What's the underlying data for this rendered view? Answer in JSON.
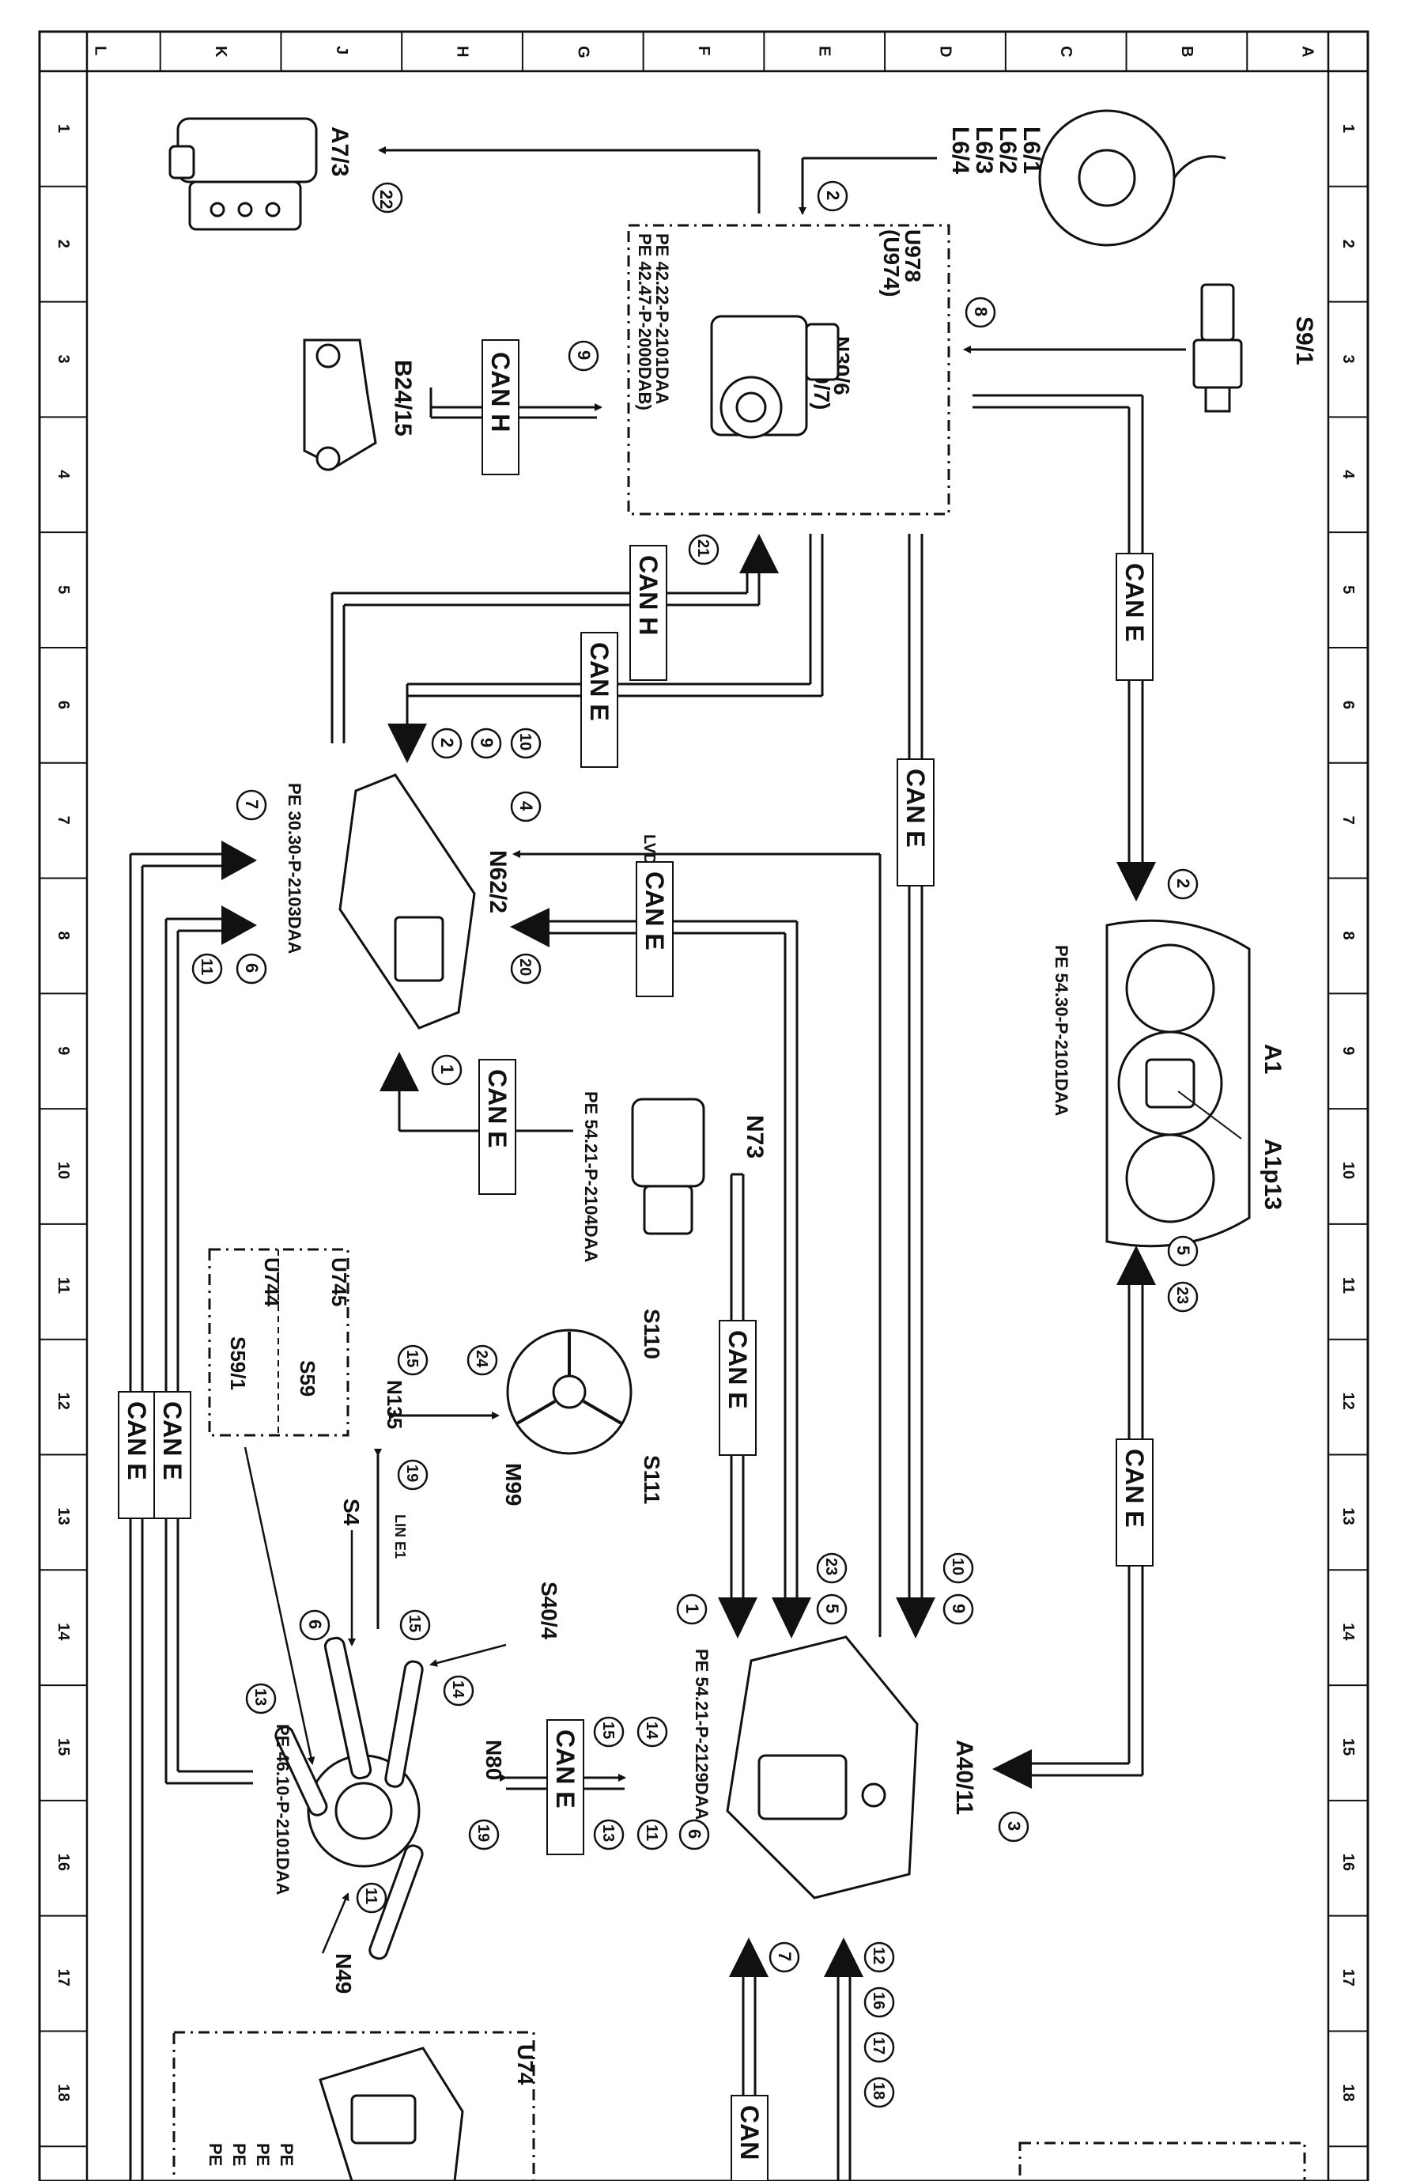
{
  "grid": {
    "columns": [
      "A",
      "B",
      "C",
      "D",
      "E",
      "F",
      "G",
      "H",
      "J",
      "K",
      "L"
    ],
    "rows": [
      "1",
      "2",
      "3",
      "4",
      "5",
      "6",
      "7",
      "8",
      "9",
      "10",
      "11",
      "12",
      "13",
      "14",
      "15",
      "16",
      "17",
      "18"
    ]
  },
  "components": {
    "a7_3": "A7/3",
    "l6": [
      "L6/1",
      "L6/2",
      "L6/3",
      "L6/4"
    ],
    "s9_1": "S9/1",
    "b24_15": "B24/15",
    "n30_6": {
      "line1": "N30/6",
      "line2": "(N30/7)"
    },
    "u978": {
      "line1": "U978",
      "line2": "(U974)"
    },
    "n30_pe": [
      "PE 42.22-P-2101DAA",
      "PE 42.47-P-2000DAB)"
    ],
    "n62_2": "N62/2",
    "n62_2_pe": "PE 30.30-P-2103DAA",
    "a1": "A1",
    "a1p13": "A1p13",
    "a1_pe": "PE 54.30-P-2101DAA",
    "n73": "N73",
    "n73_pe": "PE 54.21-P-2104DAA",
    "s110": "S110",
    "s111": "S111",
    "m99": "M99",
    "n135": "N135",
    "u745": "U745",
    "s59": "S59",
    "u744": "U744",
    "s59_1": "S59/1",
    "s4": "S4",
    "s40_4": "S40/4",
    "n80": "N80",
    "n80_pe": "PE 46.10-P-2101DAA",
    "n49": "N49",
    "a40_11": "A40/11",
    "a40_11_pe": "PE 54.21-P-2129DAA",
    "u74": "U74",
    "u74_pe": [
      "PE",
      "PE",
      "PE",
      "PE"
    ]
  },
  "buses": {
    "can_h": "CAN H",
    "can_e": "CAN E",
    "can_short": "CAN",
    "lvds": "LVDS",
    "lin_e1": "LIN E1"
  },
  "markers": {
    "m22": "22",
    "m2": "2",
    "m8": "8",
    "m9": "9",
    "m21": "21",
    "m10": "10",
    "m4": "4",
    "m7": "7",
    "m20": "20",
    "m6": "6",
    "m11": "11",
    "m1": "1",
    "m5": "5",
    "m23": "23",
    "m15": "15",
    "m24": "24",
    "m19": "19",
    "m14": "14",
    "m13": "13",
    "m3": "3",
    "m12": "12",
    "m16": "16",
    "m17": "17",
    "m18": "18"
  }
}
